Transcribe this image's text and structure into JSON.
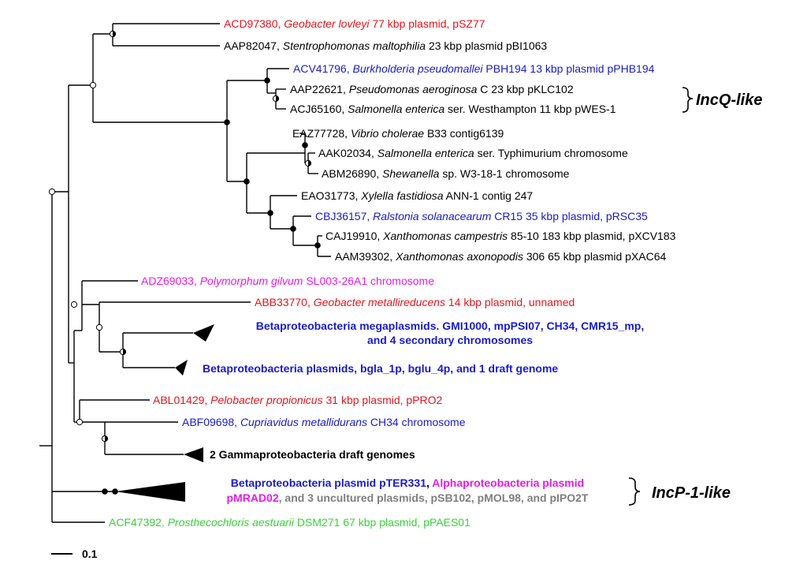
{
  "colors": {
    "black": "#000000",
    "red": "#e8141c",
    "blue": "#1a1acd",
    "magenta": "#e61be6",
    "green": "#3ad13a",
    "gray": "#7f7f7f"
  },
  "leaves": [
    {
      "id": "acd97380",
      "color": "red",
      "parts": [
        {
          "t": "ACD97380, ",
          "i": false
        },
        {
          "t": "Geobacter lovleyi",
          "i": true
        },
        {
          "t": " 77 kbp plasmid, pSZ77",
          "i": false
        }
      ]
    },
    {
      "id": "aap82047",
      "color": "black",
      "parts": [
        {
          "t": "AAP82047, ",
          "i": false
        },
        {
          "t": "Stentrophomonas maltophilia",
          "i": true
        },
        {
          "t": " 23 kbp plasmid pBI1063",
          "i": false
        }
      ]
    },
    {
      "id": "acv41796",
      "color": "blue",
      "parts": [
        {
          "t": "ACV41796, ",
          "i": false
        },
        {
          "t": "Burkholderia pseudomallei",
          "i": true
        },
        {
          "t": " PBH194 13 kbp plasmid pPHB194",
          "i": false
        }
      ]
    },
    {
      "id": "aap22621",
      "color": "black",
      "parts": [
        {
          "t": "AAP22621, ",
          "i": false
        },
        {
          "t": "Pseudomonas aeroginosa",
          "i": true
        },
        {
          "t": " C 23 kbp pKLC102",
          "i": false
        }
      ]
    },
    {
      "id": "acj65160",
      "color": "black",
      "parts": [
        {
          "t": "ACJ65160, ",
          "i": false
        },
        {
          "t": "Salmonella enterica",
          "i": true
        },
        {
          "t": " ser. Westhampton 11 kbp pWES-1",
          "i": false
        }
      ]
    },
    {
      "id": "eaz77728",
      "color": "black",
      "parts": [
        {
          "t": "EAZ77728, ",
          "i": false
        },
        {
          "t": "Vibrio cholerae",
          "i": true
        },
        {
          "t": " B33 contig6139",
          "i": false
        }
      ]
    },
    {
      "id": "aak02034",
      "color": "black",
      "parts": [
        {
          "t": "AAK02034, ",
          "i": false
        },
        {
          "t": "Salmonella enterica",
          "i": true
        },
        {
          "t": " ser. Typhimurium chromosome",
          "i": false
        }
      ]
    },
    {
      "id": "abm26890",
      "color": "black",
      "parts": [
        {
          "t": "ABM26890, ",
          "i": false
        },
        {
          "t": "Shewanella",
          "i": true
        },
        {
          "t": " sp. W3-18-1 chromosome",
          "i": false
        }
      ]
    },
    {
      "id": "eao31773",
      "color": "black",
      "parts": [
        {
          "t": "EAO31773, ",
          "i": false
        },
        {
          "t": "Xylella fastidiosa",
          "i": true
        },
        {
          "t": " ANN-1 contig 247",
          "i": false
        }
      ]
    },
    {
      "id": "cbj36157",
      "color": "blue",
      "parts": [
        {
          "t": "CBJ36157, ",
          "i": false
        },
        {
          "t": "Ralstonia solanacearum",
          "i": true
        },
        {
          "t": " CR15 35 kbp plasmid, pRSC35",
          "i": false
        }
      ]
    },
    {
      "id": "caj19910",
      "color": "black",
      "parts": [
        {
          "t": "CAJ19910, ",
          "i": false
        },
        {
          "t": "Xanthomonas campestris",
          "i": true
        },
        {
          "t": " 85-10 183 kbp plasmid, pXCV183",
          "i": false
        }
      ]
    },
    {
      "id": "aam39302",
      "color": "black",
      "parts": [
        {
          "t": "AAM39302, ",
          "i": false
        },
        {
          "t": "Xanthomonas axonopodis",
          "i": true
        },
        {
          "t": " 306 65 kbp plasmid pXAC64",
          "i": false
        }
      ]
    },
    {
      "id": "adz69033",
      "color": "magenta",
      "parts": [
        {
          "t": "ADZ69033, ",
          "i": false
        },
        {
          "t": "Polymorphum gilvum",
          "i": true
        },
        {
          "t": " SL003-26A1 chromosome",
          "i": false
        }
      ]
    },
    {
      "id": "abb33770",
      "color": "red",
      "parts": [
        {
          "t": "ABB33770, ",
          "i": false
        },
        {
          "t": "Geobacter metallireducens",
          "i": true
        },
        {
          "t": " 14 kbp plasmid, unnamed",
          "i": false
        }
      ]
    },
    {
      "id": "abl01429",
      "color": "red",
      "parts": [
        {
          "t": "ABL01429, ",
          "i": false
        },
        {
          "t": "Pelobacter propionicus",
          "i": true
        },
        {
          "t": " 31 kbp plasmid, pPRO2",
          "i": false
        }
      ]
    },
    {
      "id": "abf09698",
      "color": "blue",
      "parts": [
        {
          "t": "ABF09698, ",
          "i": false
        },
        {
          "t": "Cupriavidus metallidurans",
          "i": true
        },
        {
          "t": " CH34 chromosome",
          "i": false
        }
      ]
    },
    {
      "id": "acf47392",
      "color": "green",
      "parts": [
        {
          "t": "ACF47392, ",
          "i": false
        },
        {
          "t": "Prosthecochloris aestuarii",
          "i": true
        },
        {
          "t": " DSM271 67 kbp plasmid, pPAES01",
          "i": false
        }
      ]
    }
  ],
  "collapsed_groups": [
    {
      "id": "megaplasmids",
      "lines": [
        [
          {
            "t": "Betaproteobacteria megaplasmids. GMI1000, mpPSI07, CH34, CMR15_mp,",
            "c": "blue"
          }
        ],
        [
          {
            "t": "and 4 secondary chromosomes",
            "c": "blue"
          }
        ]
      ]
    },
    {
      "id": "betaplasmids",
      "lines": [
        [
          {
            "t": "Betaproteobacteria plasmids, bgla_1p, bglu_4p, and 1 draft genome",
            "c": "blue"
          }
        ]
      ]
    },
    {
      "id": "gamma-drafts",
      "lines": [
        [
          {
            "t": "2 Gammaproteobacteria draft genomes",
            "c": "black"
          }
        ]
      ]
    },
    {
      "id": "incp-group",
      "lines": [
        [
          {
            "t": "Betaproteobacteria plasmid pTER331",
            "c": "blue"
          },
          {
            "t": ", ",
            "c": "black"
          },
          {
            "t": "Alphaproteobacteria plasmid",
            "c": "magenta"
          }
        ],
        [
          {
            "t": "pMRAD02",
            "c": "magenta"
          },
          {
            "t": ", and 3 uncultured plasmids, pSB102, pMOL98, and pIPO2T",
            "c": "gray"
          }
        ]
      ]
    }
  ],
  "clade_labels": {
    "incq": "IncQ-like",
    "incp": "IncP-1-like"
  },
  "scale_bar": {
    "label": "0.1"
  }
}
